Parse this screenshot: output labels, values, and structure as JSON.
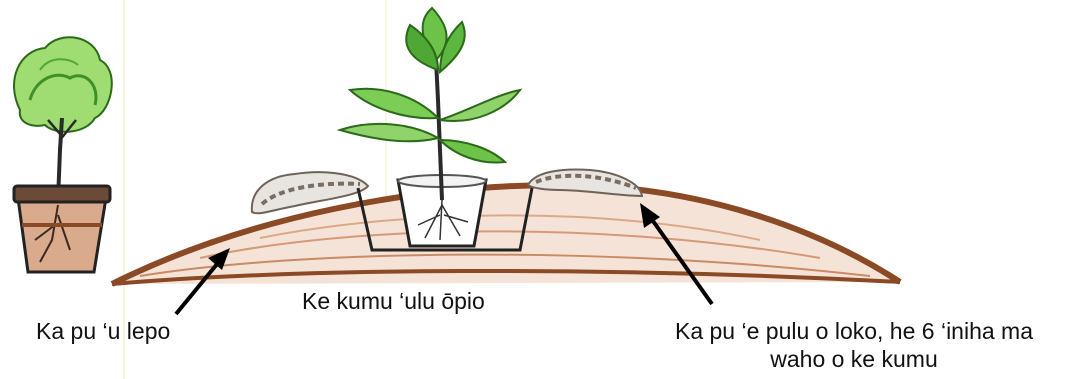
{
  "labels": {
    "seedling": "Ke kumu ‘ulu ōpio",
    "mound": "Ka pu ‘u lepo",
    "mulch_line1": "Ka pu ‘e pulu o loko, he 6 ‘iniha ma",
    "mulch_line2": "waho o ke kumu"
  },
  "colors": {
    "soil": "#8a4a25",
    "soil_light": "#c98a64",
    "leaf_dark": "#2e7d1f",
    "leaf_light": "#8fd36a",
    "mulch": "#7a6e62",
    "pot": "#3a2a20",
    "arrow": "#000000"
  }
}
